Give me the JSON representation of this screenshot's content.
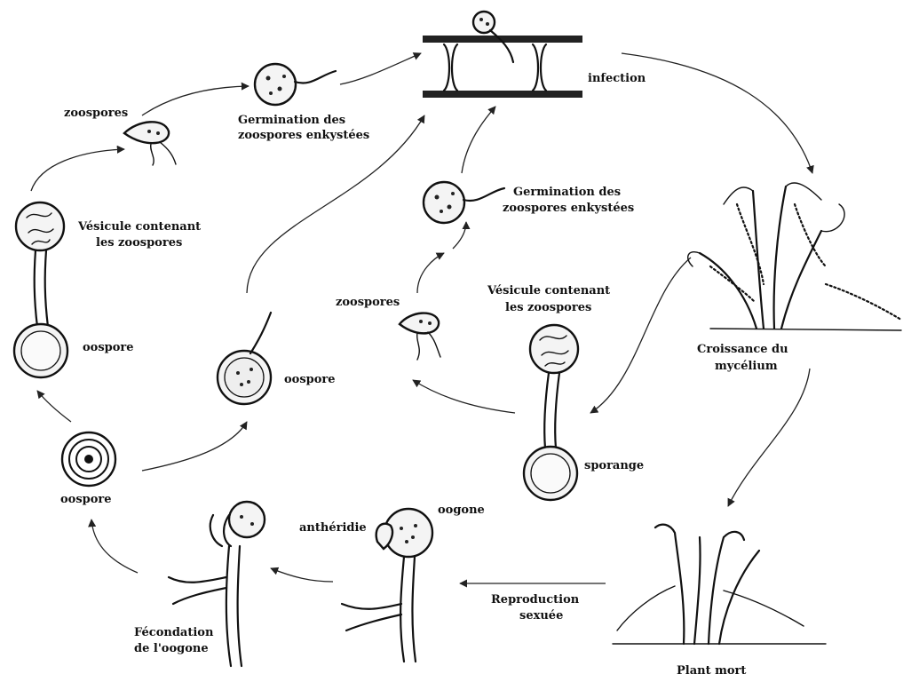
{
  "labels": {
    "infection": "infection",
    "zoospores_top": "zoospores",
    "germ_top_1": "Germination des",
    "germ_top_2": "zoospores enkystées",
    "vesicule_left_1": "Vésicule contenant",
    "vesicule_left_2": "les zoospores",
    "oospore_left": "oospore",
    "oospore_mid": "oospore",
    "oospore_bottom": "oospore",
    "germ_mid_1": "Germination des",
    "germ_mid_2": "zoospores enkystées",
    "zoospores_mid": "zoospores",
    "vesicule_mid_1": "Vésicule contenant",
    "vesicule_mid_2": "les zoospores",
    "sporange": "sporange",
    "croissance_1": "Croissance du",
    "croissance_2": "mycélium",
    "oogone": "oogone",
    "antheridie": "anthéridie",
    "reproduction_1": "Reproduction",
    "reproduction_2": "sexuée",
    "fecondation_1": "Fécondation",
    "fecondation_2": "de l'oogone",
    "plant_mort": "Plant mort"
  }
}
